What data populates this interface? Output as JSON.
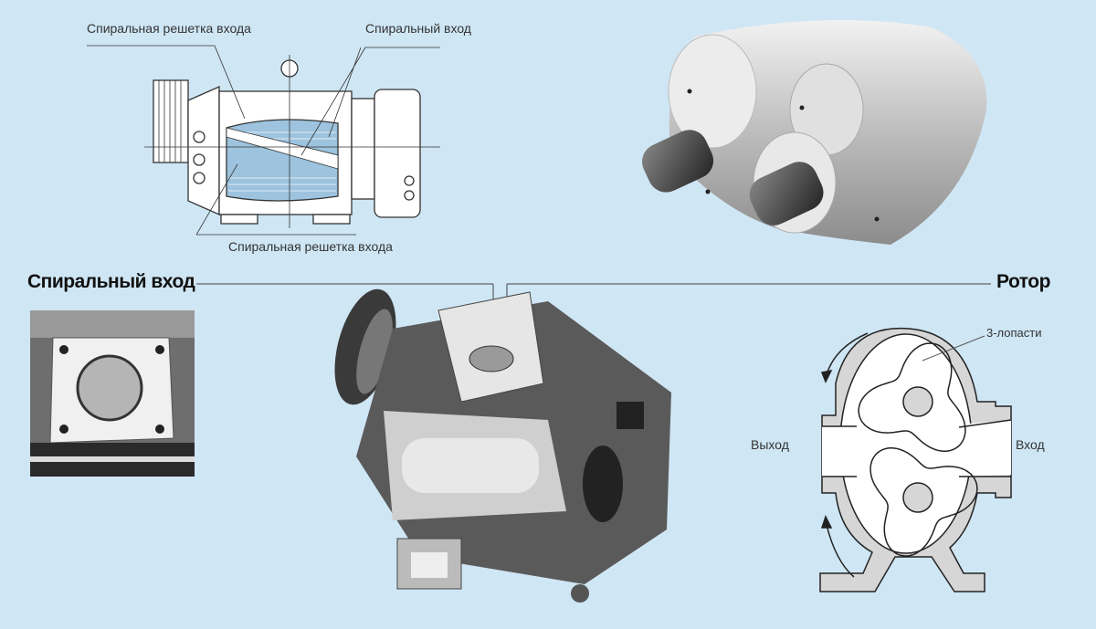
{
  "drawing": {
    "label_grille_top": "Спиральная решетка входа",
    "label_inlet_top": "Спиральный вход",
    "label_grille_bottom": "Спиральная решетка входа"
  },
  "callouts": {
    "spiral_inlet": "Спиральный вход",
    "rotor": "Ротор"
  },
  "rotor_diagram": {
    "lobes_label": "3-лопасти",
    "outlet_label": "Выход",
    "inlet_label": "Вход"
  },
  "colors": {
    "background": "#cfe6f4",
    "grille_blue": "#9dc3de",
    "casing_gray": "#d6d6d6"
  }
}
